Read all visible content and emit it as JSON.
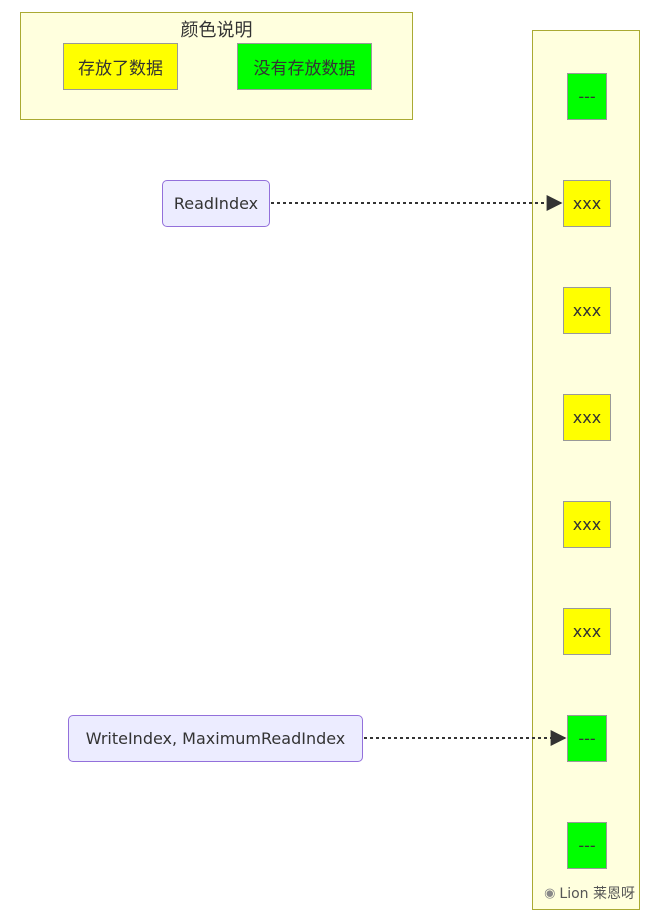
{
  "legend": {
    "title": "颜色说明",
    "filled_label": "存放了数据",
    "empty_label": "没有存放数据"
  },
  "colors": {
    "filled": "#ffff00",
    "empty": "#00ff00",
    "cluster_fill": "#ffffde",
    "cluster_border": "#aaaa33",
    "node_fill": "#ececff",
    "node_border": "#9370db"
  },
  "queue": {
    "slots": [
      {
        "label": "---",
        "state": "empty"
      },
      {
        "label": "xxx",
        "state": "filled"
      },
      {
        "label": "xxx",
        "state": "filled"
      },
      {
        "label": "xxx",
        "state": "filled"
      },
      {
        "label": "xxx",
        "state": "filled"
      },
      {
        "label": "xxx",
        "state": "filled"
      },
      {
        "label": "---",
        "state": "empty"
      },
      {
        "label": "---",
        "state": "empty"
      }
    ]
  },
  "pointers": {
    "read": {
      "label": "ReadIndex",
      "target_slot": 1
    },
    "write": {
      "label": "WriteIndex, MaximumReadIndex",
      "target_slot": 6
    }
  },
  "watermark": {
    "icon": "wechat-icon",
    "text": "Lion 莱恩呀"
  }
}
